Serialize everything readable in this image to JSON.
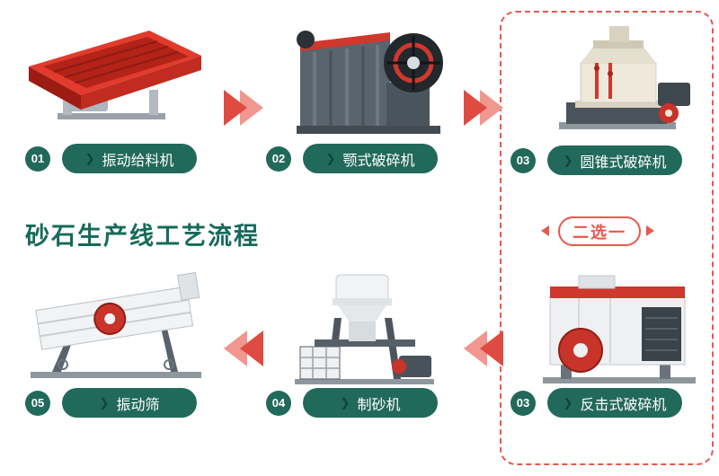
{
  "title": "砂石生产线工艺流程",
  "choice_label": "二选一",
  "steps": [
    {
      "num": "01",
      "label": "振动给料机",
      "machine": "vibrating-feeder"
    },
    {
      "num": "02",
      "label": "颚式破碎机",
      "machine": "jaw-crusher"
    },
    {
      "num": "03",
      "label": "圆锥式破碎机",
      "machine": "cone-crusher"
    },
    {
      "num": "03",
      "label": "反击式破碎机",
      "machine": "impact-crusher"
    },
    {
      "num": "04",
      "label": "制砂机",
      "machine": "sand-making-machine"
    },
    {
      "num": "05",
      "label": "振动筛",
      "machine": "vibrating-screen"
    }
  ],
  "icons": {
    "pill_chevron": "❯"
  },
  "colors": {
    "teal": "#21695b",
    "title_teal": "#166a5a",
    "arrow_red": "#e04b41",
    "arrow_pink": "#f0978f",
    "dashed_red": "#e8584e",
    "machine_red": "#cf382d"
  }
}
